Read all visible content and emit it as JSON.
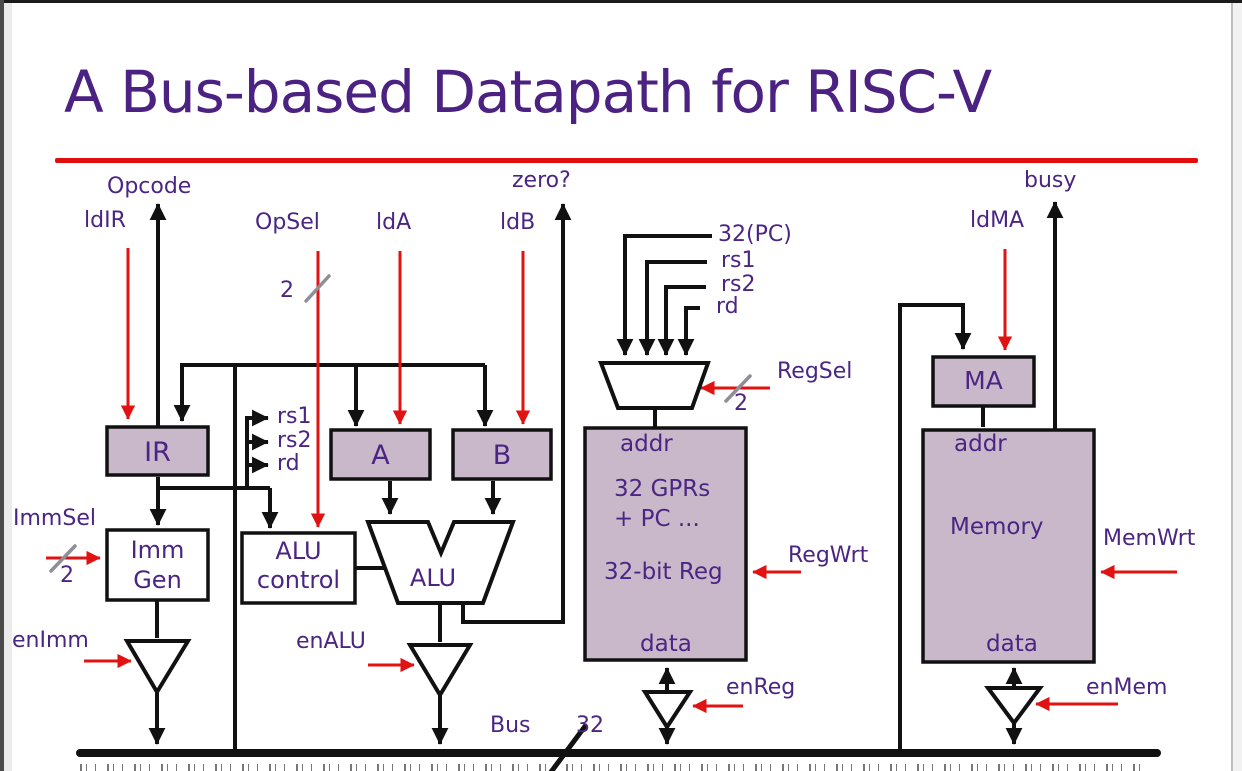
{
  "title": "A Bus-based Datapath for RISC-V",
  "colors": {
    "text_purple": "#4b2583",
    "title_purple": "#4b2181",
    "control_red": "#e01212",
    "divider_red": "#e10e0e",
    "register_fill": "#c9b7ca",
    "slash_gray": "#8e8e96",
    "wire_black": "#111111"
  },
  "labels": {
    "opcode": "Opcode",
    "ldIR": "ldIR",
    "opSel": "OpSel",
    "ldA": "ldA",
    "ldB": "ldB",
    "zero": "zero?",
    "busy": "busy",
    "ldMA": "ldMA",
    "regSel": "RegSel",
    "regWrt": "RegWrt",
    "memWrt": "MemWrt",
    "immSel": "ImmSel",
    "enImm": "enImm",
    "enALU": "enALU",
    "enReg": "enReg",
    "enMem": "enMem",
    "bus": "Bus"
  },
  "widths": {
    "opSel": "2",
    "immSel": "2",
    "regSel": "2",
    "bus": "32"
  },
  "mux_inputs": [
    "32(PC)",
    "rs1",
    "rs2",
    "rd"
  ],
  "ir_fields": [
    "rs1",
    "rs2",
    "rd"
  ],
  "boxes": {
    "ir": "IR",
    "a": "A",
    "b": "B",
    "ma": "MA",
    "alu": "ALU",
    "immGen": [
      "Imm",
      "Gen"
    ],
    "aluControl": [
      "ALU",
      "control"
    ],
    "regfile": {
      "addr": "addr",
      "line1": "32 GPRs",
      "line2": "+ PC ...",
      "line3": "32-bit Reg",
      "data": "data"
    },
    "memory": {
      "addr": "addr",
      "name": "Memory",
      "data": "data"
    }
  }
}
